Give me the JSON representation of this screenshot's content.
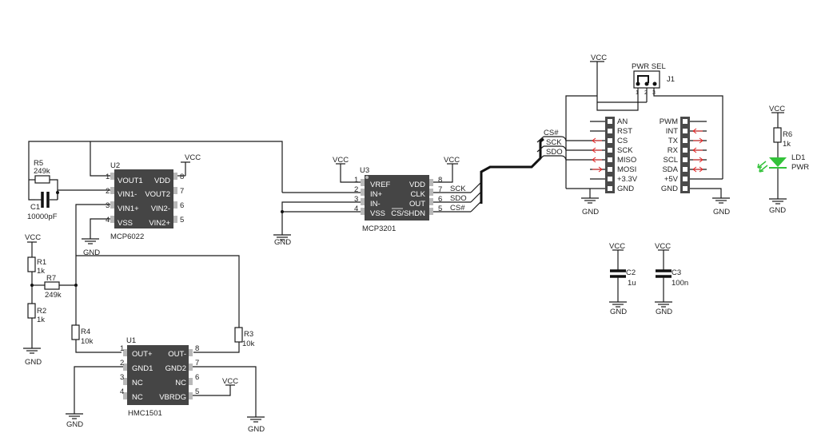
{
  "power": {
    "vcc": "VCC",
    "gnd": "GND"
  },
  "components": {
    "u2": {
      "ref": "U2",
      "part": "MCP6022",
      "left_pins": [
        {
          "num": "1",
          "name": "VOUT1"
        },
        {
          "num": "2",
          "name": "VIN1-"
        },
        {
          "num": "3",
          "name": "VIN1+"
        },
        {
          "num": "4",
          "name": "VSS"
        }
      ],
      "right_pins": [
        {
          "num": "8",
          "name": "VDD"
        },
        {
          "num": "7",
          "name": "VOUT2"
        },
        {
          "num": "6",
          "name": "VIN2-"
        },
        {
          "num": "5",
          "name": "VIN2+"
        }
      ]
    },
    "u3": {
      "ref": "U3",
      "part": "MCP3201",
      "left_pins": [
        {
          "num": "1",
          "name": "VREF"
        },
        {
          "num": "2",
          "name": "IN+"
        },
        {
          "num": "3",
          "name": "IN-"
        },
        {
          "num": "4",
          "name": "VSS"
        }
      ],
      "right_pins": [
        {
          "num": "8",
          "name": "VDD"
        },
        {
          "num": "7",
          "name": "CLK"
        },
        {
          "num": "6",
          "name": "OUT"
        },
        {
          "num": "5",
          "name": "CS/SHDN"
        }
      ]
    },
    "u1": {
      "ref": "U1",
      "part": "HMC1501",
      "left_pins": [
        {
          "num": "1",
          "name": "OUT+"
        },
        {
          "num": "2",
          "name": "GND1"
        },
        {
          "num": "3",
          "name": "NC"
        },
        {
          "num": "4",
          "name": "NC"
        }
      ],
      "right_pins": [
        {
          "num": "8",
          "name": "OUT-"
        },
        {
          "num": "7",
          "name": "GND2"
        },
        {
          "num": "6",
          "name": "NC"
        },
        {
          "num": "5",
          "name": "VBRDG"
        }
      ]
    },
    "r5": {
      "ref": "R5",
      "value": "249k"
    },
    "c1": {
      "ref": "C1",
      "value": "10000pF"
    },
    "r1": {
      "ref": "R1",
      "value": "1k"
    },
    "r2": {
      "ref": "R2",
      "value": "1k"
    },
    "r7": {
      "ref": "R7",
      "value": "249k"
    },
    "r4": {
      "ref": "R4",
      "value": "10k"
    },
    "r3": {
      "ref": "R3",
      "value": "10k"
    },
    "c2": {
      "ref": "C2",
      "value": "1u"
    },
    "c3": {
      "ref": "C3",
      "value": "100n"
    },
    "r6": {
      "ref": "R6",
      "value": "1k"
    },
    "ld1": {
      "ref": "LD1",
      "value": "PWR"
    },
    "j1": {
      "ref": "J1",
      "title": "PWR SEL",
      "pins": [
        "1",
        "2",
        "3"
      ]
    }
  },
  "nets": {
    "sck": "SCK",
    "sdo": "SDO",
    "cs": "CS#"
  },
  "header_left": [
    "AN",
    "RST",
    "CS",
    "SCK",
    "MISO",
    "MOSI",
    "+3.3V",
    "GND"
  ],
  "header_right": [
    "PWM",
    "INT",
    "TX",
    "RX",
    "SCL",
    "SDA",
    "+5V",
    "GND"
  ],
  "colors": {
    "wire": "#1a1a1a",
    "chip": "#454545",
    "arrow": "#e02020",
    "led": "#33c23a"
  }
}
